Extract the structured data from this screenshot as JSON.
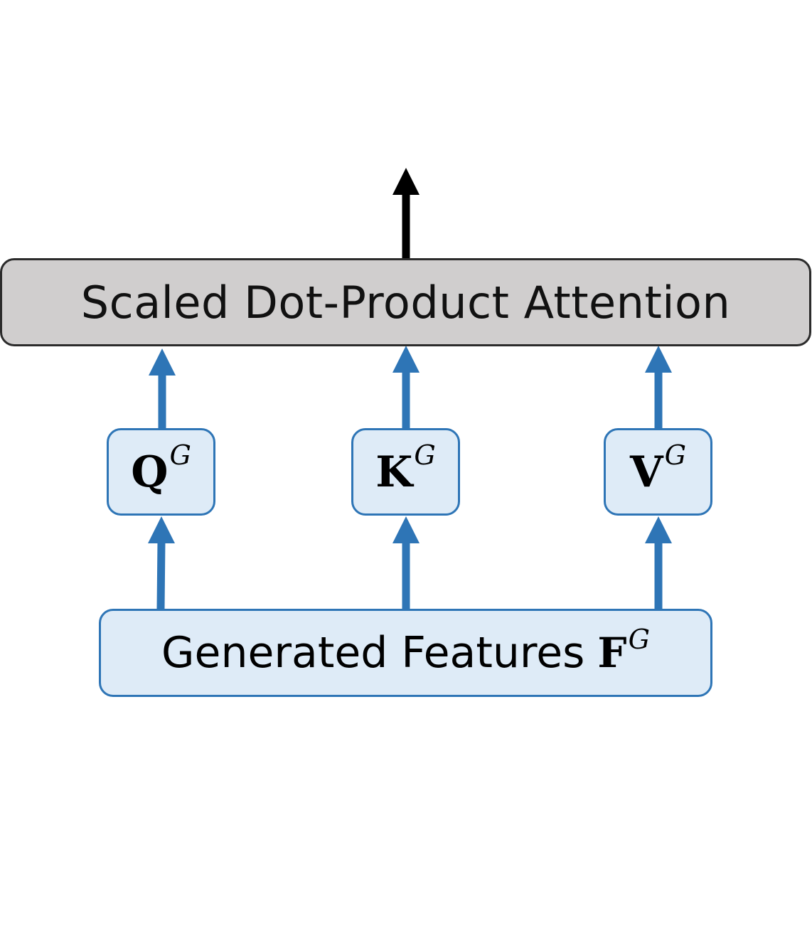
{
  "diagram": {
    "attention_block": {
      "label": "Scaled Dot-Product Attention"
    },
    "inputs": [
      {
        "symbol": "Q",
        "superscript": "G"
      },
      {
        "symbol": "K",
        "superscript": "G"
      },
      {
        "symbol": "V",
        "superscript": "G"
      }
    ],
    "features_block": {
      "label": "Generated Features",
      "symbol": "F",
      "superscript": "G"
    },
    "colors": {
      "attention_fill": "#d0cece",
      "attention_border": "#2b2b2b",
      "feature_fill": "#deebf7",
      "feature_border": "#2e75b6",
      "arrow_blue": "#2e75b6",
      "arrow_black": "#000000"
    }
  }
}
